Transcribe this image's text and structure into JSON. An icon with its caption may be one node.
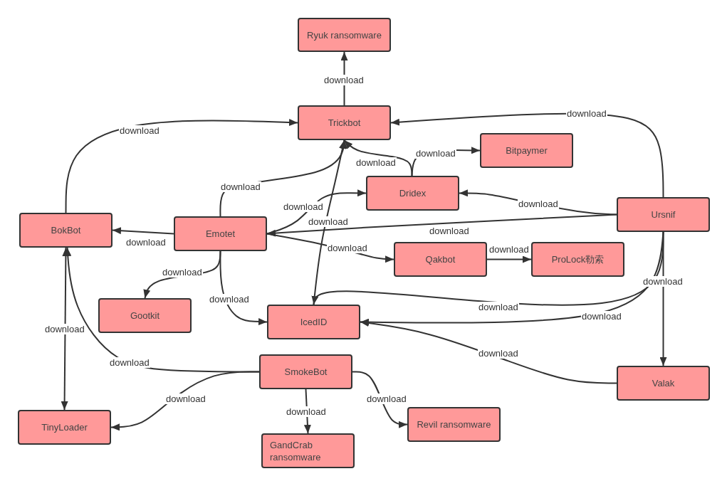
{
  "diagram": {
    "nodes": [
      {
        "text": [
          "Ryuk ransomware"
        ]
      },
      {
        "text": [
          "Trickbot"
        ]
      },
      {
        "text": [
          "Bitpaymer"
        ]
      },
      {
        "text": [
          "Dridex"
        ]
      },
      {
        "text": [
          "BokBot"
        ]
      },
      {
        "text": [
          "Emotet"
        ]
      },
      {
        "text": [
          "Ursnif"
        ]
      },
      {
        "text": [
          "Qakbot"
        ]
      },
      {
        "text": [
          "ProLock勒索"
        ]
      },
      {
        "text": [
          "Gootkit"
        ]
      },
      {
        "text": [
          "IcedID"
        ]
      },
      {
        "text": [
          "SmokeBot"
        ]
      },
      {
        "text": [
          "Valak"
        ]
      },
      {
        "text": [
          "TinyLoader"
        ]
      },
      {
        "text": [
          "Revil ransomware"
        ]
      },
      {
        "text": [
          "GandCrab ransomware"
        ]
      }
    ],
    "edges": [
      {
        "from": 1,
        "to": 0,
        "arrow": "to",
        "label": "download"
      },
      {
        "from": 4,
        "to": 1,
        "arrow": "to",
        "label": "download"
      },
      {
        "from": 6,
        "to": 1,
        "arrow": "to",
        "label": "download"
      },
      {
        "from": 5,
        "to": 1,
        "arrow": "to",
        "label": "download"
      },
      {
        "from": 3,
        "to": 1,
        "arrow": "to",
        "label": "download"
      },
      {
        "from": 3,
        "to": 2,
        "arrow": "to",
        "label": "download"
      },
      {
        "from": 10,
        "to": 1,
        "arrow": "to",
        "label": "download"
      },
      {
        "from": 5,
        "to": 4,
        "arrow": "to",
        "label": "download"
      },
      {
        "from": 5,
        "to": 3,
        "arrow": "to",
        "label": "download"
      },
      {
        "from": 6,
        "to": 5,
        "arrow": "to",
        "label": "download"
      },
      {
        "from": 5,
        "to": 7,
        "arrow": "to",
        "label": "download"
      },
      {
        "from": 7,
        "to": 8,
        "arrow": "to",
        "label": "download"
      },
      {
        "from": 5,
        "to": 9,
        "arrow": "to",
        "label": "download"
      },
      {
        "from": 5,
        "to": 10,
        "arrow": "to",
        "label": "download"
      },
      {
        "from": 6,
        "to": 3,
        "arrow": "to",
        "label": "download"
      },
      {
        "from": 6,
        "to": 10,
        "arrow": "to",
        "label": "download"
      },
      {
        "from": 6,
        "to": 10,
        "arrow": "to",
        "label": "download"
      },
      {
        "from": 6,
        "to": 12,
        "arrow": "to",
        "label": "download"
      },
      {
        "from": 12,
        "to": 10,
        "arrow": "to",
        "label": "download"
      },
      {
        "from": 4,
        "to": 13,
        "arrow": "both",
        "label": "download"
      },
      {
        "from": 11,
        "to": 4,
        "arrow": "to",
        "label": "download"
      },
      {
        "from": 11,
        "to": 13,
        "arrow": "to",
        "label": "download"
      },
      {
        "from": 11,
        "to": 15,
        "arrow": "to",
        "label": "download"
      },
      {
        "from": 11,
        "to": 14,
        "arrow": "to",
        "label": "download"
      }
    ]
  }
}
